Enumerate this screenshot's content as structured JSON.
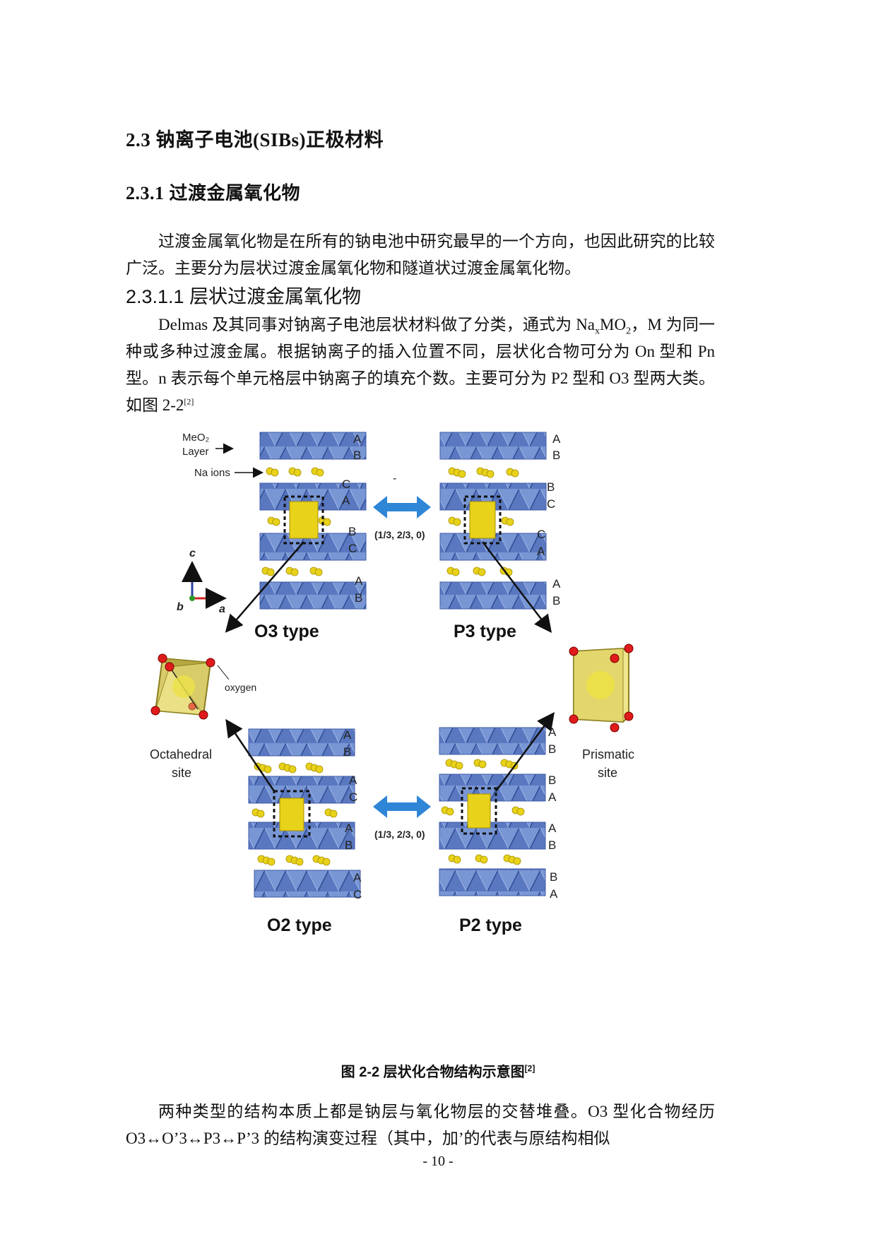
{
  "heading_2_3": "2.3 钠离子电池(SIBs)正极材料",
  "heading_2_3_1": "2.3.1 过渡金属氧化物",
  "para1": "过渡金属氧化物是在所有的钠电池中研究最早的一个方向，也因此研究的比较广泛。主要分为层状过渡金属氧化物和隧道状过渡金属氧化物。",
  "heading_2_3_1_1": "2.3.1.1 层状过渡金属氧化物",
  "para2": {
    "p1": "Delmas 及其同事对钠离子电池层状材料做了分类，通式为 Na",
    "sub_x": "x",
    "p2": "MO",
    "sub_2": "2",
    "p3": "，M 为同一种或多种过渡金属。根据钠离子的插入位置不同，层状化合物可分为 On 型和 Pn 型。n 表示每个单元格层中钠离子的填充个数。主要可分为 P2 型和 O3 型两大类。如图 2-2",
    "ref": "[2]"
  },
  "figure": {
    "meo2_label_line1": "MeO₂",
    "meo2_label_line2": "Layer",
    "na_ions_label": "Na ions",
    "o3_type": "O3 type",
    "p3_type": "P3 type",
    "o2_type": "O2 type",
    "p2_type": "P2 type",
    "shift_top": "(1/3, 2/3, 0)",
    "shift_bottom": "(1/3, 2/3, 0)",
    "oxygen_label": "oxygen",
    "octahedral_line1": "Octahedral",
    "octahedral_line2": "site",
    "prismatic_line1": "Prismatic",
    "prismatic_line2": "site",
    "axis_c": "c",
    "axis_a": "a",
    "axis_b": "b",
    "dash_mark": "-",
    "o3_letters": [
      "A",
      "B",
      "C",
      "A",
      "B",
      "C",
      "A",
      "B"
    ],
    "p3_letters": [
      "A",
      "B",
      "B",
      "C",
      "C",
      "A",
      "A",
      "B"
    ],
    "o2_letters": [
      "A",
      "B",
      "A",
      "C",
      "A",
      "B",
      "A",
      "C"
    ],
    "p2_letters": [
      "A",
      "B",
      "B",
      "A",
      "A",
      "B",
      "B",
      "A"
    ]
  },
  "caption_text": "图 2-2 层状化合物结构示意图",
  "caption_ref": "[2]",
  "para3": "两种类型的结构本质上都是钠层与氧化物层的交替堆叠。O3 型化合物经历 O3↔O’3↔P3↔P’3 的结构演变过程（其中，加’的代表与原结构相似",
  "page_number": "- 10 -",
  "colors": {
    "octahedra_blue": "#6f8fd0",
    "octahedra_dark": "#3d5aa8",
    "sodium_yellow": "#e8d21a",
    "site_yellow": "#f0e68a",
    "arrow_blue": "#2f86d6",
    "oxygen_red": "#e01b1b"
  }
}
